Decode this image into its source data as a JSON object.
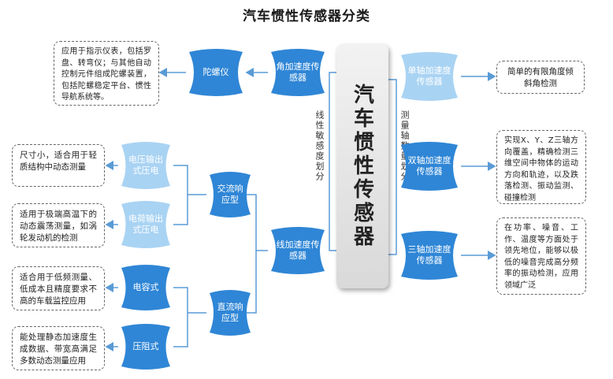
{
  "title": "汽车惯性传感器分类",
  "center": "汽车惯性传感器",
  "left_axis_label": "线性敏感度划分",
  "right_axis_label": "测量轴数量划分",
  "nodes": {
    "angular_accel": "角加速度传感器",
    "gyroscope": "陀螺仪",
    "linear_accel": "线加速度传感器",
    "ac_response": "交流响应型",
    "dc_response": "直流响应型",
    "voltage_piezo": "电压输出式压电",
    "charge_piezo": "电荷输出式压电",
    "capacitive": "电容式",
    "piezoresistive": "压阻式",
    "single_axis": "单轴加速度传感器",
    "dual_axis": "双轴加速度传感器",
    "tri_axis": "三轴加速度传感器"
  },
  "descriptions": {
    "gyroscope": "应用于指示仪表，包括罗盘、转弯仪；与其他自动控制元件组成陀螺装置，包括陀螺稳定平台、惯性导航系统等。",
    "voltage_piezo": "尺寸小，适合用于轻质结构中动态测量",
    "charge_piezo": "适用于极端高温下的动态震荡测量，如涡轮发动机的检测",
    "capacitive": "适合用于低频测量、低成本且精度要求不高的车载监控应用",
    "piezoresistive": "能处理静态加速度生成数据、带宽高满足多数动态测量应用",
    "single_axis": "简单的有限角度倾斜角检测",
    "dual_axis": "实现X、Y、Z三轴方向覆盖，精确检测三维空间中物体的运动方向和轨迹，以及跌落检测、振动监测、碰撞检测",
    "tri_axis": "在功率、噪音、工作、温度等方面处于领先地位，能够以极低的噪音完成高分频率的振动检测，应用领域广泛"
  },
  "colors": {
    "dark_blue": "#2f86d6",
    "light_blue": "#a9d3f3",
    "line": "#5a9bd5"
  }
}
